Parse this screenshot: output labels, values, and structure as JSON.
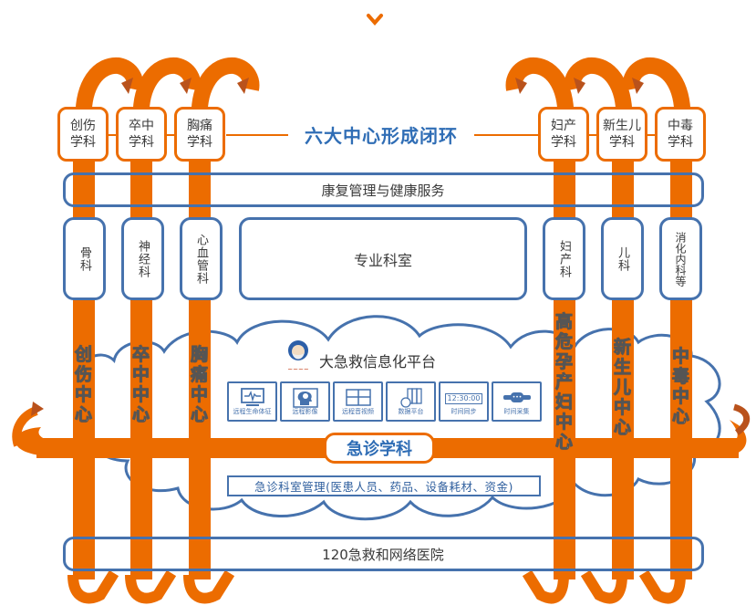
{
  "top_marker_icon": "chevron-down-icon",
  "title": "六大中心形成闭环",
  "disciplines_left": [
    "创伤\n学科",
    "卒中\n学科",
    "胸痛\n学科"
  ],
  "disciplines_right": [
    "妇产\n学科",
    "新生儿\n学科",
    "中毒\n学科"
  ],
  "rehab_bar": "康复管理与健康服务",
  "departments_left": [
    "骨科",
    "神经科",
    "心血管科"
  ],
  "departments_right": [
    "妇产科",
    "儿科",
    "消化内科等"
  ],
  "specialty_room": "专业科室",
  "centers_left": [
    "创伤中心",
    "卒中中心",
    "胸痛中心"
  ],
  "centers_right": [
    "高危孕产妇中心",
    "新生儿中心",
    "中毒中心"
  ],
  "platform": {
    "title": "大急救信息化平台",
    "logo_icon": "doctor-avatar-logo",
    "tiles": [
      {
        "label": "远程生命体征",
        "icon": "vital-signs-monitor-icon"
      },
      {
        "label": "远程影像",
        "icon": "brain-scan-icon"
      },
      {
        "label": "远程音视频",
        "icon": "video-grid-icon"
      },
      {
        "label": "数据平台",
        "icon": "database-cloud-icon"
      },
      {
        "label": "时间同步",
        "icon": "clock-display-icon",
        "clock_text": "12:30:00"
      },
      {
        "label": "时间采集",
        "icon": "wristband-icon"
      }
    ]
  },
  "emergency_discipline": "急诊学科",
  "emergency_management": "急诊科室管理(医患人员、药品、设备耗材、资金)",
  "bottom_bar": "120急救和网络医院",
  "colors": {
    "orange": "#ec6c00",
    "orange_dark": "#b9521c",
    "blue": "#4672ad",
    "title_blue": "#2f6db5"
  }
}
